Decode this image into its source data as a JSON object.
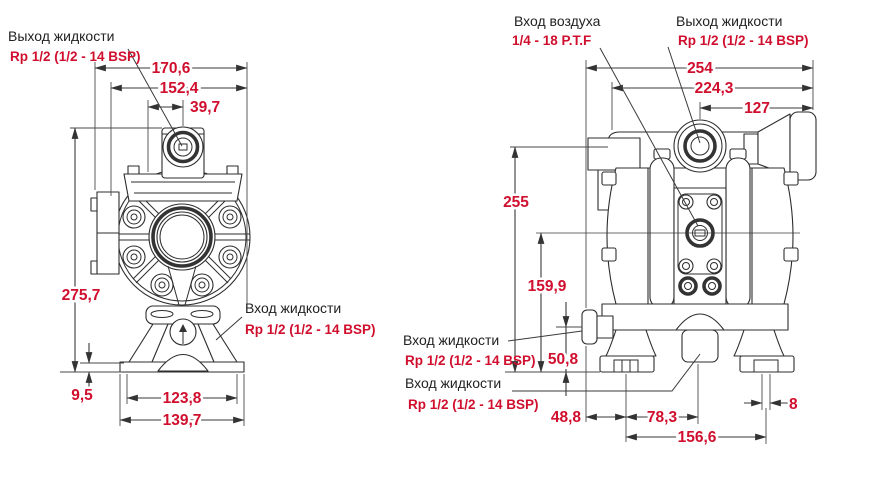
{
  "drawing": {
    "type": "dimensional-drawing",
    "subject": "air-operated-diaphragm-pump",
    "units_implied": "mm",
    "colors": {
      "line": "#2d2d2d",
      "dimension_text": "#d00f2e",
      "label_text": "#222222",
      "background": "#ffffff"
    },
    "front_view": {
      "outlet": {
        "title": "Выход жидкости",
        "spec": "Rp 1/2 (1/2 - 14 BSP)"
      },
      "inlet": {
        "title": "Вход жидкости",
        "spec": "Rp 1/2 (1/2 - 14 BSP)"
      },
      "dims": {
        "overall_width": "170,6",
        "inner_width": "152,4",
        "port_offset": "39,7",
        "overall_height": "275,7",
        "foot_plate_thickness": "9,5",
        "foot_span_inner": "123,8",
        "foot_span_outer": "139,7"
      }
    },
    "side_view": {
      "air_inlet": {
        "title": "Вход воздуха",
        "spec": "1/4 - 18 P.T.F"
      },
      "outlet": {
        "title": "Выход жидкости",
        "spec": "Rp 1/2 (1/2 - 14 BSP)"
      },
      "inlet_side": {
        "title": "Вход жидкости",
        "spec": "Rp 1/2 (1/2 - 14 BSP)"
      },
      "inlet_bottom": {
        "title": "Вход жидкости",
        "spec": "Rp 1/2 (1/2 - 14 BSP)"
      },
      "dims": {
        "overall_width": "254",
        "body_width": "224,3",
        "outlet_to_end": "127",
        "outlet_height": "255",
        "centerline_height": "159,9",
        "side_port_height": "50,8",
        "port_to_foot": "48,8",
        "foot_to_center": "78,3",
        "foot_spacing": "156,6",
        "foot_slot_width": "8"
      }
    }
  }
}
